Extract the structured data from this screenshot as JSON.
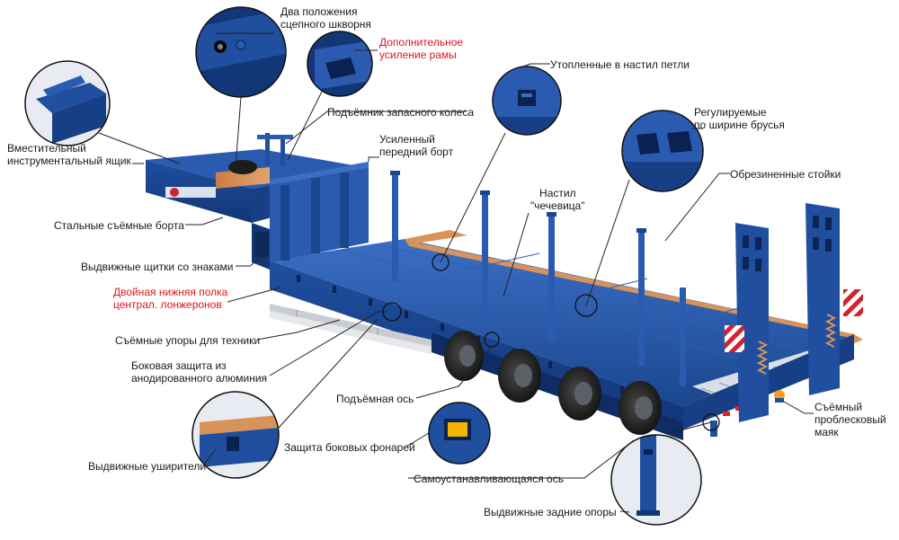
{
  "colors": {
    "trailer_blue": "#1f4f9e",
    "trailer_dark": "#123676",
    "trailer_light": "#3b6fc4",
    "deck_wood": "#d8935a",
    "tire": "#1c1c1c",
    "warning_red": "#d3212d",
    "label_text": "#1a1a1a",
    "label_highlight": "#e0141e",
    "leader_line": "#222222"
  },
  "labels": {
    "kingpin": [
      "Два положения",
      "сцепного шкворня"
    ],
    "frame_reinforcement": [
      "Дополнительное",
      "усиление рамы"
    ],
    "toolbox": [
      "Вместительный",
      "инструментальный ящик"
    ],
    "spare_wheel_lift": "Подъёмник запасного колеса",
    "front_wall": [
      "Усиленный",
      "передний борт"
    ],
    "recessed_loops": "Утопленные в настил петли",
    "adjustable_beams": [
      "Регулируемые",
      "по ширине брусья"
    ],
    "rubber_stakes": "Обрезиненные стойки",
    "deck": [
      "Настил",
      "\"чечевица\""
    ],
    "steel_sides": "Стальные съёмные борта",
    "sign_panels": "Выдвижные щитки со знаками",
    "double_shelf": [
      "Двойная нижняя полка",
      "централ. лонжеронов"
    ],
    "removable_supports": "Съёмные упоры для техники",
    "side_protection": [
      "Боковая защита из",
      "анодированного алюминия"
    ],
    "lift_axle": "Подъёмная ось",
    "lamp_protection": "Защита боковых фонарей",
    "self_steering_axle": "Самоустанавливающаяся ось",
    "extendable_wideners": "Выдвижные уширители",
    "rear_supports": "Выдвижные задние опоры",
    "beacon": [
      "Съёмный",
      "проблесковый",
      "маяк"
    ]
  }
}
